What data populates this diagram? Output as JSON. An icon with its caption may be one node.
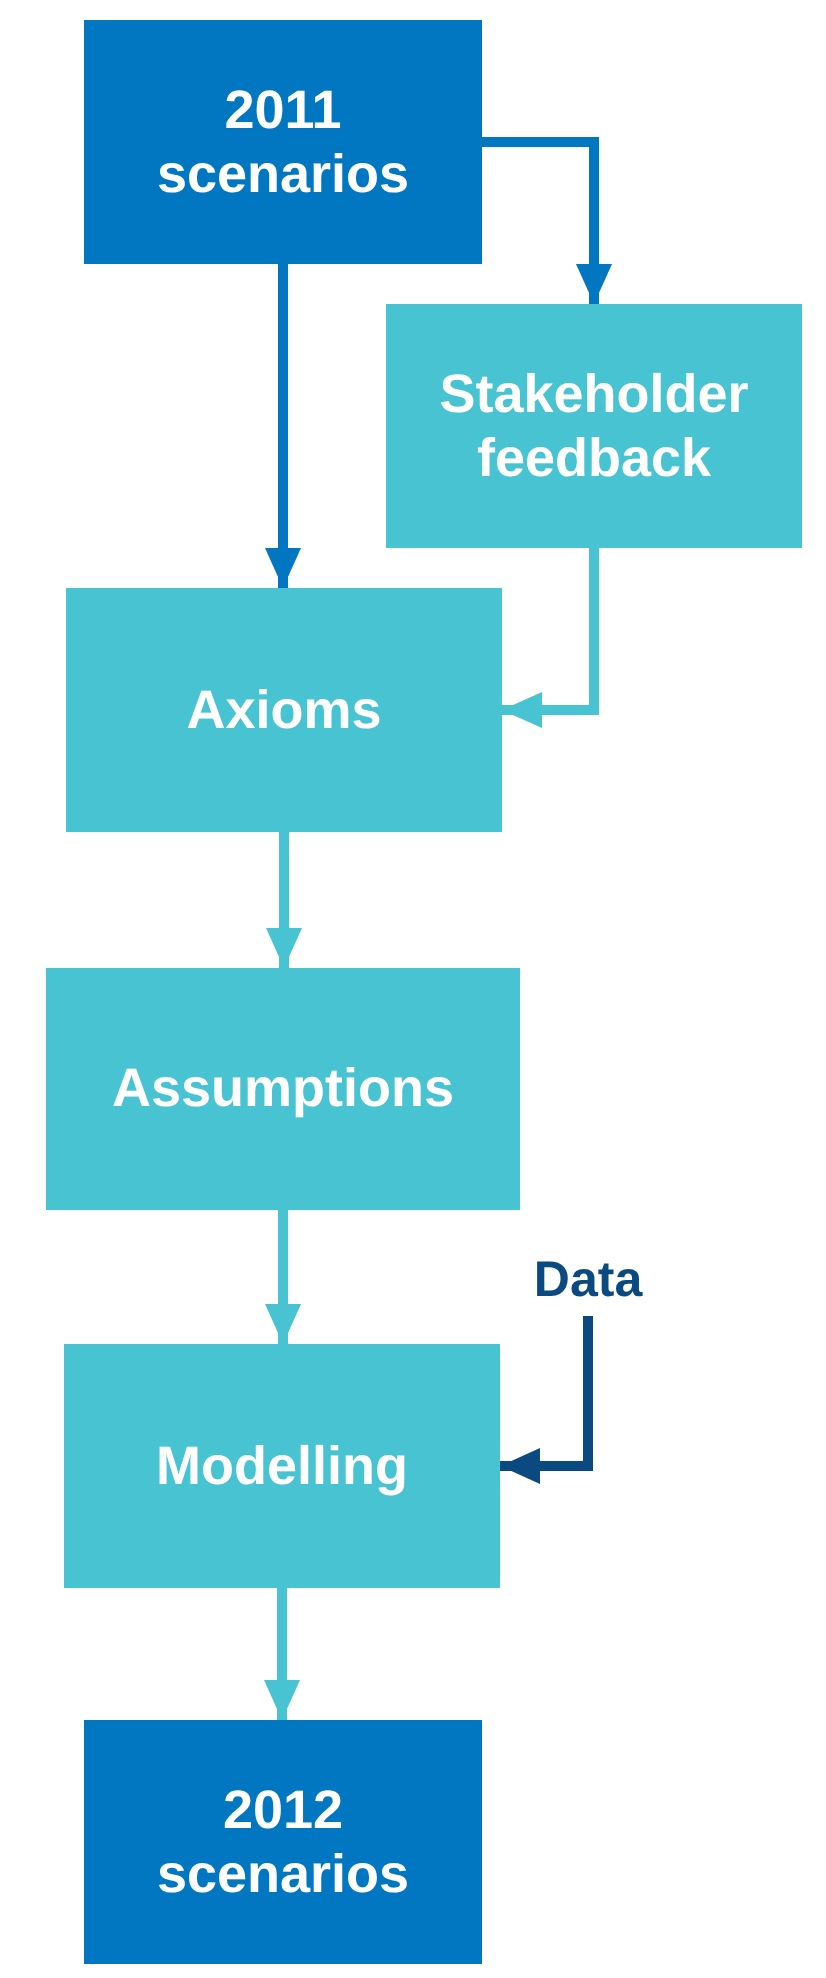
{
  "diagram": {
    "nodes": [
      {
        "text": [
          "2011 scenarios"
        ]
      },
      {
        "text": [
          "Stakeholder feedback"
        ]
      },
      {
        "text": [
          "Axioms"
        ]
      },
      {
        "text": [
          "Assumptions"
        ]
      },
      {
        "text": [
          "Data"
        ]
      },
      {
        "text": [
          "Modelling"
        ]
      },
      {
        "text": [
          "2012 scenarios"
        ]
      }
    ],
    "edges": [
      {
        "from": 0,
        "to": 2,
        "arrow": "to",
        "color": "#0077c0"
      },
      {
        "from": 0,
        "to": 1,
        "arrow": "to",
        "color": "#0077c0"
      },
      {
        "from": 1,
        "to": 2,
        "arrow": "to"
      },
      {
        "from": 2,
        "to": 3,
        "arrow": "to"
      },
      {
        "from": 3,
        "to": 5,
        "arrow": "to"
      },
      {
        "from": 4,
        "to": 5,
        "arrow": "to",
        "color": "#0a4a80"
      },
      {
        "from": 5,
        "to": 6,
        "arrow": "to"
      }
    ]
  }
}
